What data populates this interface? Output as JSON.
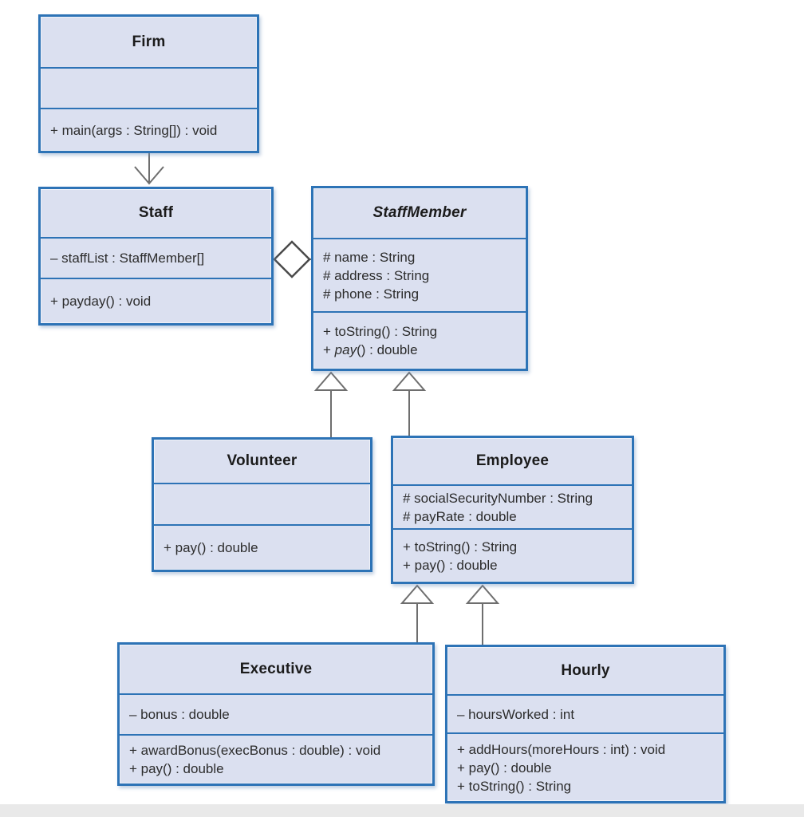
{
  "diagram": {
    "type": "uml-class-diagram",
    "colors": {
      "box_fill": "#dbe0f0",
      "box_border": "#2d73b6",
      "connector": "#6e6e6e",
      "diamond_outline": "#4a4a4a",
      "text": "#2c2c2c",
      "bottom_strip": "#e9e9e9"
    },
    "classes": {
      "firm": {
        "name": "Firm",
        "attributes": [],
        "methods": [
          "+ main(args : String[]) : void"
        ]
      },
      "staff": {
        "name": "Staff",
        "attributes": [
          "– staffList : StaffMember[]"
        ],
        "methods": [
          "+ payday() : void"
        ]
      },
      "staff_member": {
        "name": "StaffMember",
        "abstract": true,
        "attributes": [
          "# name : String",
          "# address : String",
          "# phone : String"
        ],
        "methods": [
          "+ toString() : String"
        ],
        "abstract_method": {
          "prefix": "+ ",
          "name": "pay",
          "suffix": "() : double"
        }
      },
      "volunteer": {
        "name": "Volunteer",
        "attributes": [],
        "methods": [
          "+ pay() : double"
        ]
      },
      "employee": {
        "name": "Employee",
        "attributes": [
          "# socialSecurityNumber : String",
          "# payRate : double"
        ],
        "methods": [
          "+ toString() : String",
          "+ pay() : double"
        ]
      },
      "executive": {
        "name": "Executive",
        "attributes": [
          "– bonus : double"
        ],
        "methods": [
          "+ awardBonus(execBonus : double) : void",
          "+ pay() : double"
        ]
      },
      "hourly": {
        "name": "Hourly",
        "attributes": [
          "– hoursWorked : int"
        ],
        "methods": [
          "+ addHours(moreHours : int) : void",
          "+ pay() : double",
          "+ toString() : String"
        ]
      }
    },
    "relationships": [
      {
        "from": "Firm",
        "to": "Staff",
        "type": "directed-association"
      },
      {
        "from": "Staff",
        "to": "StaffMember",
        "type": "aggregation"
      },
      {
        "from": "Volunteer",
        "to": "StaffMember",
        "type": "generalization"
      },
      {
        "from": "Employee",
        "to": "StaffMember",
        "type": "generalization"
      },
      {
        "from": "Executive",
        "to": "Employee",
        "type": "generalization"
      },
      {
        "from": "Hourly",
        "to": "Employee",
        "type": "generalization"
      }
    ]
  }
}
